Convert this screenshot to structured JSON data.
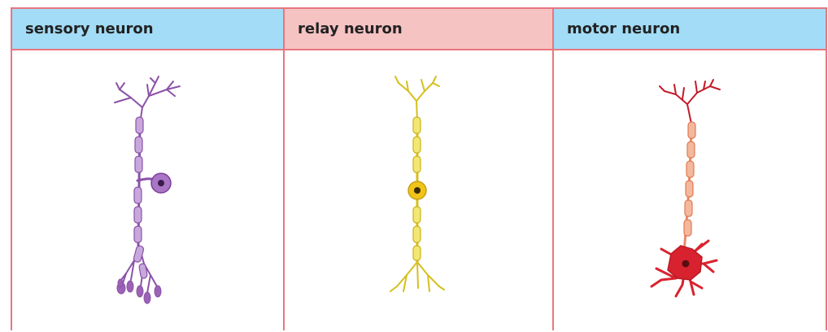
{
  "columns": [
    {
      "label": "sensory neuron",
      "header_color": "#a2dcf6",
      "neuron_color": "#9b62b5",
      "icon": "sensory-neuron-icon"
    },
    {
      "label": "relay neuron",
      "header_color": "#f6c3c3",
      "neuron_color": "#e8d335",
      "icon": "relay-neuron-icon"
    },
    {
      "label": "motor neuron",
      "header_color": "#a2dcf6",
      "neuron_color": "#d9222f",
      "icon": "motor-neuron-icon"
    }
  ],
  "colors": {
    "border": "#e8767f",
    "sensory": "#9b62b5",
    "relay": "#e8d335",
    "motor": "#d9222f",
    "motor_axon": "#ea8a67"
  }
}
